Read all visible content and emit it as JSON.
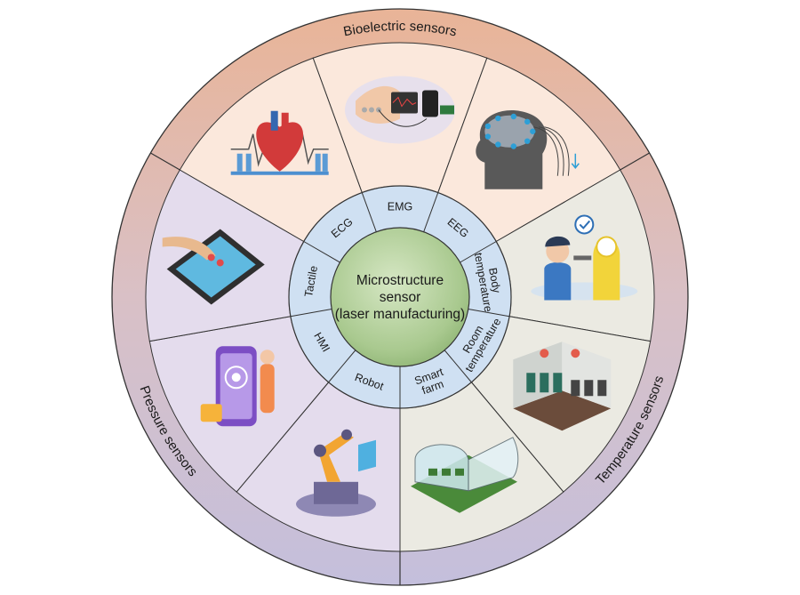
{
  "center": {
    "lines": [
      "Microstructure",
      "sensor",
      "(laser manufacturing)"
    ]
  },
  "categories": [
    {
      "label": "Bioelectric sensors",
      "color": "#e8b49a"
    },
    {
      "label": "Temperature sensors",
      "color": "#d8c0c8"
    },
    {
      "label": "Pressure sensors",
      "color": "#c7bfd8"
    }
  ],
  "applications": [
    {
      "label": "EMG",
      "category": "Bioelectric sensors",
      "icon": "emg-electrodes-device-icon"
    },
    {
      "label": "EEG",
      "category": "Bioelectric sensors",
      "icon": "brain-eeg-head-icon"
    },
    {
      "label": "Body temperature",
      "category": "Temperature sensors",
      "icon": "body-temperature-check-icon"
    },
    {
      "label": "Room temperature",
      "category": "Temperature sensors",
      "icon": "room-machines-icon"
    },
    {
      "label": "Smart farm",
      "category": "Temperature sensors",
      "icon": "greenhouse-farm-icon"
    },
    {
      "label": "Robot",
      "category": "Pressure sensors",
      "icon": "robot-arm-icon"
    },
    {
      "label": "HMI",
      "category": "Pressure sensors",
      "icon": "ai-phone-hmi-icon"
    },
    {
      "label": "Tactile",
      "category": "Pressure sensors",
      "icon": "tactile-tablet-icon"
    },
    {
      "label": "ECG",
      "category": "Bioelectric sensors",
      "icon": "heart-ecg-icon"
    }
  ]
}
